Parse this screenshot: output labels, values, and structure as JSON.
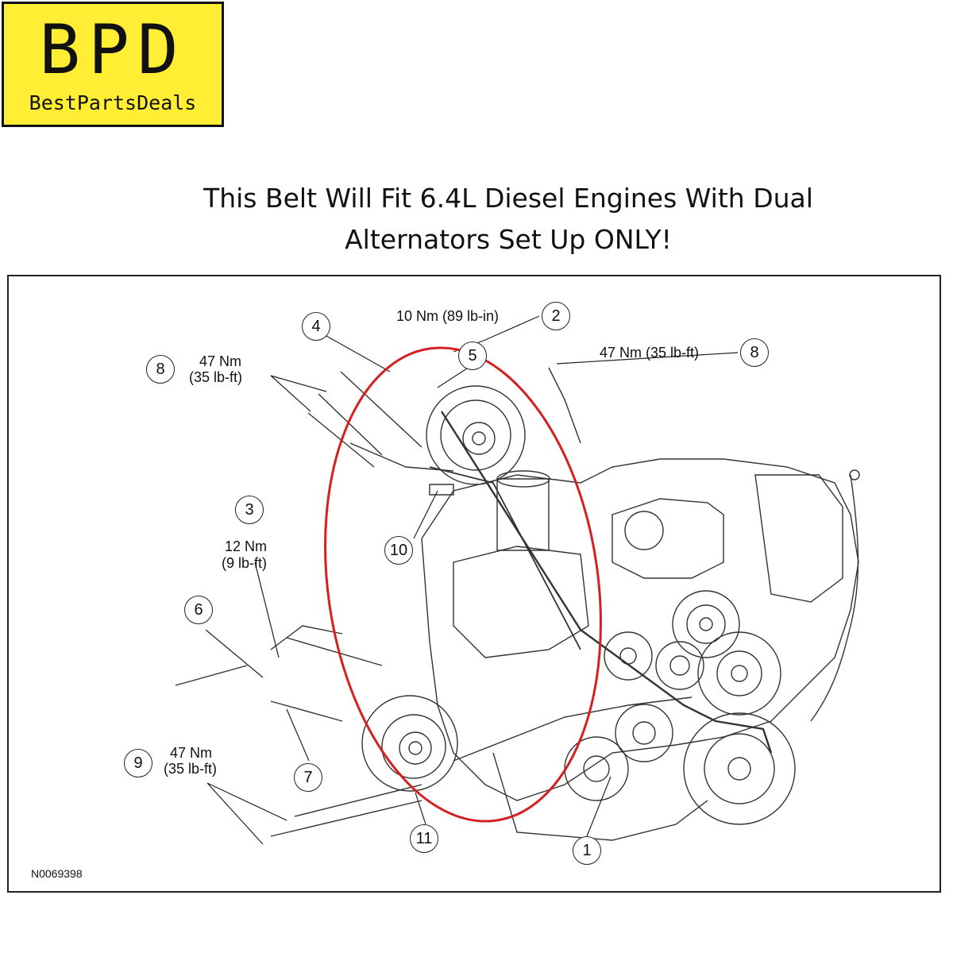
{
  "logo": {
    "mark": "BPD",
    "name": "BestPartsDeals",
    "background": "#ffee33"
  },
  "headline": {
    "line1": "This Belt Will Fit 6.4L Diesel Engines With Dual",
    "line2": "Alternators Set Up ONLY!"
  },
  "diagram": {
    "figure_id": "N0069398",
    "highlight_color": "#d42020",
    "callouts": [
      "1",
      "2",
      "3",
      "4",
      "5",
      "6",
      "7",
      "8",
      "8",
      "9",
      "10",
      "11"
    ],
    "torque_labels": {
      "t2": "10 Nm (89 lb-in)",
      "t8_left_a": "47 Nm",
      "t8_left_b": "(35 lb-ft)",
      "t8_right": "47 Nm (35 lb-ft)",
      "t3_a": "12 Nm",
      "t3_b": "(9 lb-ft)",
      "t9_a": "47 Nm",
      "t9_b": "(35 lb-ft)"
    }
  }
}
